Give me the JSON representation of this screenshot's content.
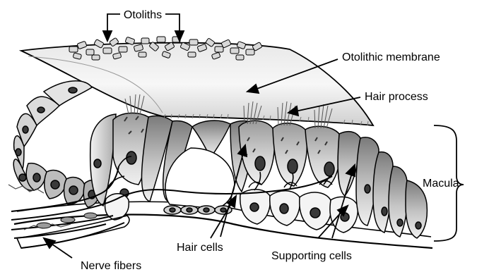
{
  "labels": {
    "otoliths": "Otoliths",
    "otolithic_membrane": "Otolithic membrane",
    "hair_process": "Hair process",
    "macula": "Macula",
    "hair_cells": "Hair cells",
    "supporting_cells": "Supporting cells",
    "nerve_fibers": "Nerve fibers"
  },
  "colors": {
    "stroke": "#000000",
    "membrane_light": "#f2f2f2",
    "membrane_dark": "#c8c8c8",
    "cell_light": "#e6e6e6",
    "cell_dark": "#8a8a8a",
    "nucleus": "#3a3a3a"
  }
}
